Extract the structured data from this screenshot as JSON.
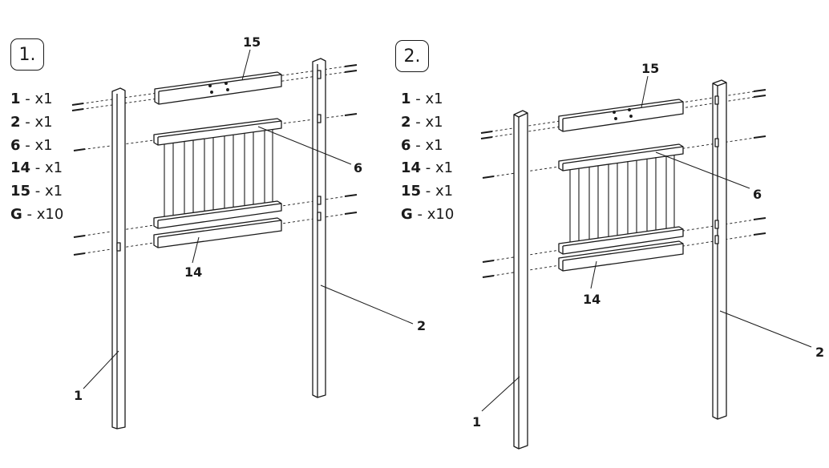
{
  "steps": [
    {
      "number_label": "1.",
      "parts": [
        {
          "id": "1",
          "qty": "- x1"
        },
        {
          "id": "2",
          "qty": "- x1"
        },
        {
          "id": "6",
          "qty": "- x1"
        },
        {
          "id": "14",
          "qty": "- x1"
        },
        {
          "id": "15",
          "qty": "- x1"
        },
        {
          "id": "G",
          "qty": "- x10"
        }
      ],
      "callouts": {
        "c15": "15",
        "c6": "6",
        "c14": "14",
        "c2": "2",
        "c1": "1"
      }
    },
    {
      "number_label": "2.",
      "parts": [
        {
          "id": "1",
          "qty": "- x1"
        },
        {
          "id": "2",
          "qty": "- x1"
        },
        {
          "id": "6",
          "qty": "- x1"
        },
        {
          "id": "14",
          "qty": "- x1"
        },
        {
          "id": "15",
          "qty": "- x1"
        },
        {
          "id": "G",
          "qty": "- x10"
        }
      ],
      "callouts": {
        "c15": "15",
        "c6": "6",
        "c14": "14",
        "c2": "2",
        "c1": "1"
      }
    }
  ],
  "colors": {
    "ink": "#1a1a1a",
    "paper": "#ffffff"
  }
}
